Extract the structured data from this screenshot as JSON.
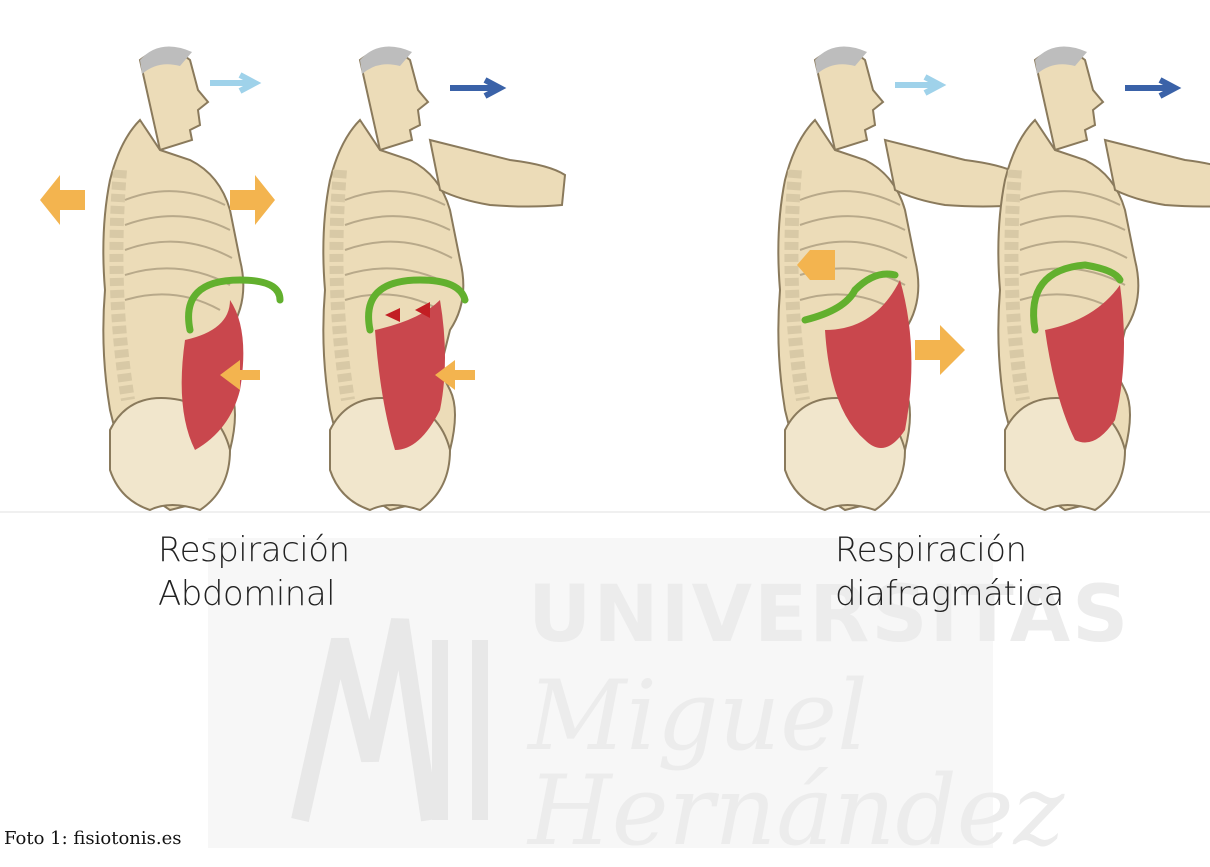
{
  "captions": {
    "left_line1": "Respiración",
    "left_line2": "Abdominal",
    "right_line1": "Respiración",
    "right_line2": "diafragmática"
  },
  "watermark": {
    "line1": "UNIVERSITAS",
    "line2": "Miguel",
    "line3": "Hernández"
  },
  "footnote": "Foto 1: fisiotonis.es",
  "colors": {
    "skin": "#ecdcb8",
    "bone": "#f1e6cc",
    "muscle": "#c9474d",
    "diaphragm": "#62b02e",
    "arrow_orange": "#f3b44f",
    "arrow_red": "#c21e23",
    "breath_in": "#9fd2ea",
    "breath_out": "#3a62a8",
    "watermark": "#ececec"
  }
}
